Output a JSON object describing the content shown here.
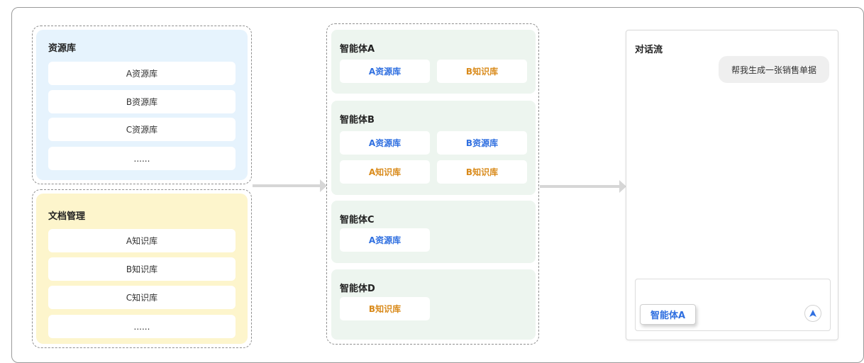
{
  "resource_library": {
    "title": "资源库",
    "items": [
      "A资源库",
      "B资源库",
      "C资源库",
      "......"
    ]
  },
  "document_management": {
    "title": "文档管理",
    "items": [
      "A知识库",
      "B知识库",
      "C知识库",
      "......"
    ]
  },
  "agents": [
    {
      "name": "智能体A",
      "tags": [
        "A资源库",
        "B知识库"
      ]
    },
    {
      "name": "智能体B",
      "tags": [
        "A资源库",
        "B资源库",
        "A知识库",
        "B知识库"
      ]
    },
    {
      "name": "智能体C",
      "tags": [
        "A资源库"
      ]
    },
    {
      "name": "智能体D",
      "tags": [
        "B知识库"
      ]
    }
  ],
  "chat": {
    "title": "对话流",
    "user_message": "帮我生成一张销售单据",
    "selected_agent": "智能体A",
    "send_icon": "send-arrow-icon"
  },
  "colors": {
    "resource_panel": "#e6f3fd",
    "document_panel": "#fdf5cc",
    "agent_card": "#edf5ef",
    "blue_tag": "#2f6fe0",
    "orange_tag": "#d98a1a",
    "arrow": "#d6d6d6"
  }
}
